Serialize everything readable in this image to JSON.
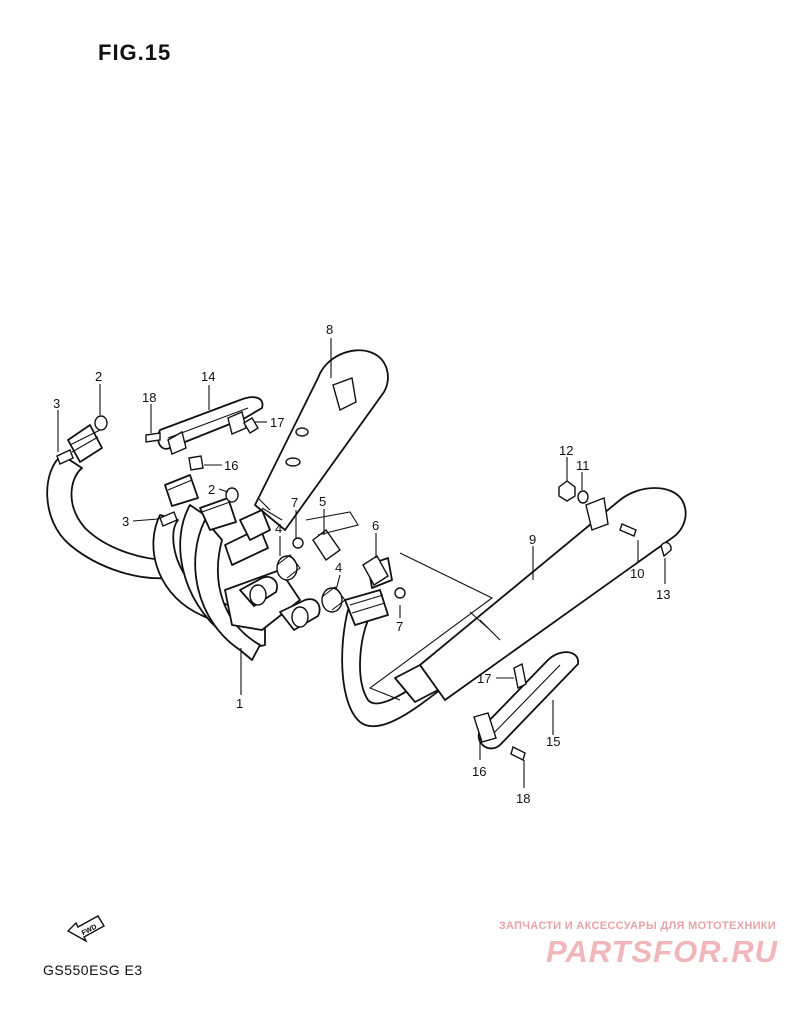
{
  "figure": {
    "title": "FIG.15"
  },
  "model_code": "GS550ESG E3",
  "fwd_badge": {
    "label": "FWD",
    "icon": "forward-arrow-icon"
  },
  "callouts": {
    "c1": "1",
    "c2a": "2",
    "c2b": "2",
    "c3a": "3",
    "c3b": "3",
    "c4a": "4",
    "c4b": "4",
    "c5": "5",
    "c6": "6",
    "c7a": "7",
    "c7b": "7",
    "c8": "8",
    "c9": "9",
    "c10": "10",
    "c11": "11",
    "c12": "12",
    "c13": "13",
    "c14": "14",
    "c15": "15",
    "c16a": "16",
    "c16b": "16",
    "c17a": "17",
    "c17b": "17",
    "c18a": "18",
    "c18b": "18"
  },
  "watermark": {
    "caption": "ЗАПЧАСТИ И АКСЕССУАРЫ ДЛЯ МОТОТЕХНИКИ",
    "logo": "PARTSFOR.RU"
  },
  "colors": {
    "line": "#111111",
    "background": "#ffffff",
    "watermark": "#f1b6ba"
  }
}
